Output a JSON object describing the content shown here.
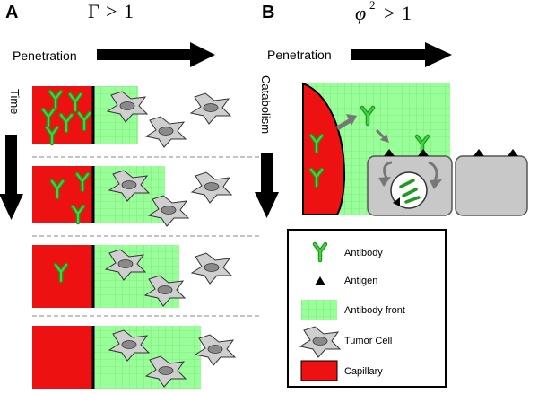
{
  "panel_a": {
    "label": "A",
    "condition_lhs": "Γ",
    "condition_op": ">",
    "condition_rhs": "1",
    "penetration_label": "Penetration",
    "time_label": "Time",
    "rows": [
      {
        "antibodies_in_capillary": 6,
        "front_extent": 0.15
      },
      {
        "antibodies_in_capillary": 3,
        "front_extent": 0.18
      },
      {
        "antibodies_in_capillary": 1,
        "front_extent": 0.23
      },
      {
        "antibodies_in_capillary": 0,
        "front_extent": 0.27
      }
    ]
  },
  "panel_b": {
    "label": "B",
    "condition_lhs": "φ",
    "condition_exp": "2",
    "condition_op": ">",
    "condition_rhs": "1",
    "penetration_label": "Penetration",
    "catabolism_label": "Catabolism"
  },
  "legend": {
    "items": [
      {
        "key": "antibody",
        "label": "Antibody"
      },
      {
        "key": "antigen",
        "label": "Antigen"
      },
      {
        "key": "front",
        "label": "Antibody front"
      },
      {
        "key": "tumor",
        "label": "Tumor Cell"
      },
      {
        "key": "capillary",
        "label": "Capillary"
      }
    ]
  },
  "colors": {
    "capillary": "#ee1111",
    "antibody_front": "#99ff99",
    "antibody": "#22bb22",
    "cell_fill": "#c8c8c8",
    "arrow": "#000000",
    "internal_arrow": "#777777"
  }
}
